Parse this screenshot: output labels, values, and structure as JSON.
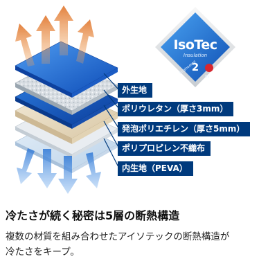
{
  "logo": {
    "brand": "IsoTec",
    "subtitle": "Insulation",
    "number": "2",
    "engineered": "Engineered",
    "by": "By"
  },
  "layers": [
    {
      "label": "外生地"
    },
    {
      "label": "ポリウレタン（厚さ3mm）"
    },
    {
      "label": "発泡ポリエチレン（厚さ5mm）"
    },
    {
      "label": "ポリプロピレン不織布"
    },
    {
      "label": "内生地（PEVA）"
    }
  ],
  "headline": "冷たさが続く秘密は5層の断熱構造",
  "description": {
    "line1": "複数の材質を組み合わせたアイソテックの断熱構造が",
    "line2": "冷たさをキープ。"
  },
  "colors": {
    "label_bg": "#003a7d",
    "accent_blue": "#1f6fd1",
    "arrow_orange": "#e5863a",
    "arrow_blue": "#3a7fd8"
  }
}
